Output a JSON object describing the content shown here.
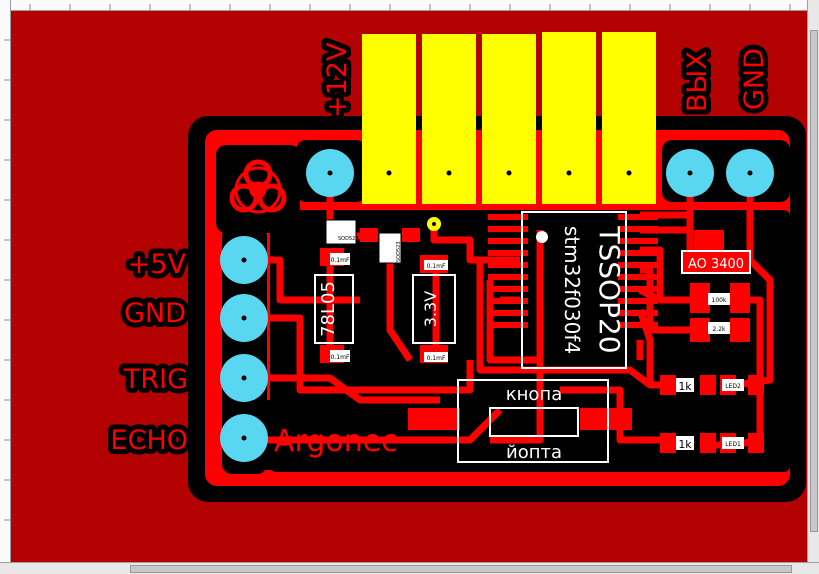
{
  "board": {
    "brand": "Argonec",
    "mcu_package": "TSSOP20",
    "mcu_part": "stm32f030f4",
    "regulator": "78L05",
    "ldo": "3.3V",
    "mosfet": "AO 3400",
    "button_label_top": "кнопа",
    "button_label_bottom": "йопта",
    "diode_1": "SOD523",
    "diode_2": "SOD523",
    "cap_1": "0.1mF",
    "cap_2": "0.1mF",
    "cap_3": "0.1mF",
    "cap_4": "0.1mF",
    "resistor_1": "100k",
    "resistor_2": "2.2k",
    "resistor_3": "1k",
    "resistor_4": "1k",
    "led_1": "LED2",
    "led_2": "LED1"
  },
  "pins_left": {
    "p1": "+5V",
    "p2": "GND",
    "p3": "TRIG",
    "p4": "ECHO"
  },
  "pins_top": {
    "vin": "+12V",
    "out": "ВЫХ",
    "gnd": "GND"
  },
  "colors": {
    "board": "#b30000",
    "copper": "#ff0000",
    "mask": "#000000",
    "pad": "#5ad7f0",
    "connector": "#ffff00",
    "silk": "#ffffff"
  }
}
